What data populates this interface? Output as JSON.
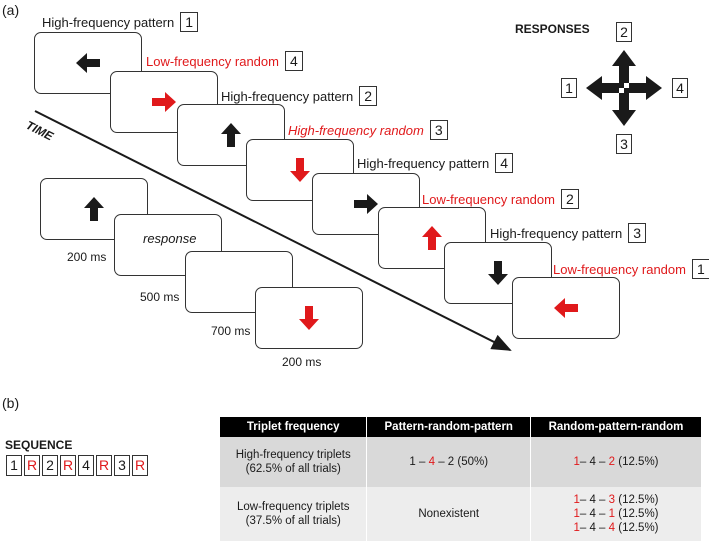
{
  "panel_a": "(a)",
  "panel_b": "(b)",
  "time_label": "TIME",
  "responses_title": "RESPONSES",
  "response_numbers": {
    "up": "2",
    "left": "1",
    "right": "4",
    "down": "3"
  },
  "trials": [
    {
      "label": "High-frequency pattern",
      "number": "1",
      "arrow": "left",
      "color": "black"
    },
    {
      "label": "Low-frequency random",
      "number": "4",
      "arrow": "right",
      "color": "red"
    },
    {
      "label": "High-frequency pattern",
      "number": "2",
      "arrow": "up",
      "color": "black"
    },
    {
      "label": "High-frequency random",
      "number": "3",
      "arrow": "down",
      "color": "red"
    },
    {
      "label": "High-frequency pattern",
      "number": "4",
      "arrow": "right",
      "color": "black"
    },
    {
      "label": "Low-frequency random",
      "number": "2",
      "arrow": "up",
      "color": "red"
    },
    {
      "label": "High-frequency pattern",
      "number": "3",
      "arrow": "down",
      "color": "black"
    },
    {
      "label": "Low-frequency random",
      "number": "1",
      "arrow": "left",
      "color": "red"
    }
  ],
  "timeline": {
    "response_text": "response",
    "durations": [
      "200 ms",
      "500 ms",
      "700 ms",
      "200 ms"
    ]
  },
  "sequence": {
    "title": "SEQUENCE",
    "items": [
      "1",
      "R",
      "2",
      "R",
      "4",
      "R",
      "3",
      "R"
    ]
  },
  "table": {
    "headers": [
      "Triplet frequency",
      "Pattern-random-pattern",
      "Random-pattern-random"
    ],
    "high_row": {
      "label_line1": "High-frequency triplets",
      "label_line2": "(62.5% of all trials)",
      "prp": {
        "a": "1",
        "sep1": " – ",
        "b": "4",
        "sep2": " – ",
        "c": "2",
        "pct": " (50%)"
      },
      "rpr": [
        {
          "a": "1",
          "mid": "– 4 – ",
          "c": "2",
          "pct": " (12.5%)"
        }
      ]
    },
    "low_row": {
      "label_line1": "Low-frequency triplets",
      "label_line2": "(37.5% of all trials)",
      "prp": "Nonexistent",
      "rpr": [
        {
          "a": "1",
          "mid": "– 4 – ",
          "c": "3",
          "pct": " (12.5%)"
        },
        {
          "a": "1",
          "mid": "– 4 – ",
          "c": "1",
          "pct": " (12.5%)"
        },
        {
          "a": "1",
          "mid": "– 4 – ",
          "c": "4",
          "pct": " (12.5%)"
        }
      ]
    }
  },
  "colors": {
    "red": "#e0191b",
    "black": "#1a1a1a"
  }
}
